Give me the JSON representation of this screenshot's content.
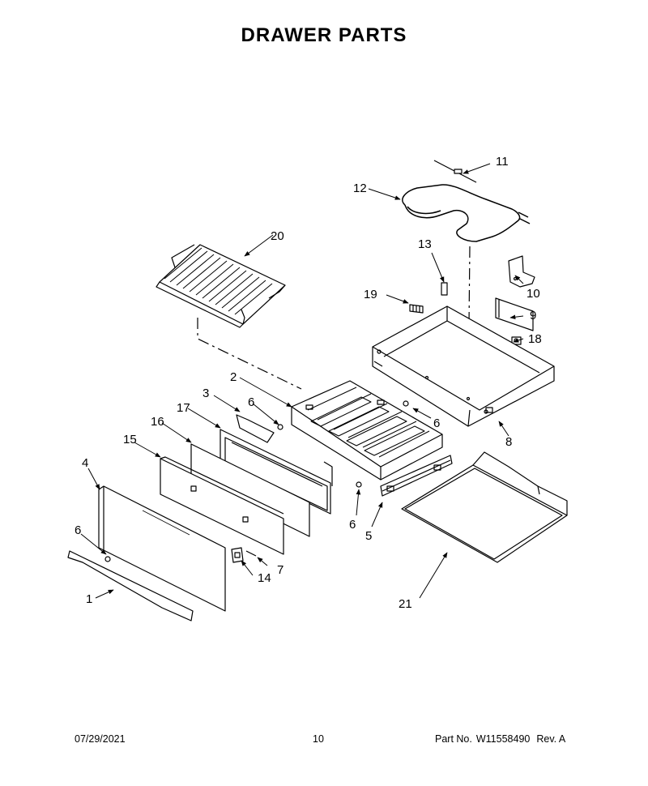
{
  "title": "DRAWER PARTS",
  "callouts": {
    "c1": "1",
    "c2": "2",
    "c3": "3",
    "c4": "4",
    "c5": "5",
    "c6a": "6",
    "c6b": "6",
    "c6c": "6",
    "c6d": "6",
    "c7": "7",
    "c8": "8",
    "c9": "9",
    "c10": "10",
    "c11": "11",
    "c12": "12",
    "c13": "13",
    "c14": "14",
    "c15": "15",
    "c16": "16",
    "c17": "17",
    "c18": "18",
    "c19": "19",
    "c20": "20",
    "c21": "21"
  },
  "footer": {
    "date": "07/29/2021",
    "page": "10",
    "part_label": "Part No.",
    "part_number": "W11558490",
    "rev": "Rev.  A"
  }
}
